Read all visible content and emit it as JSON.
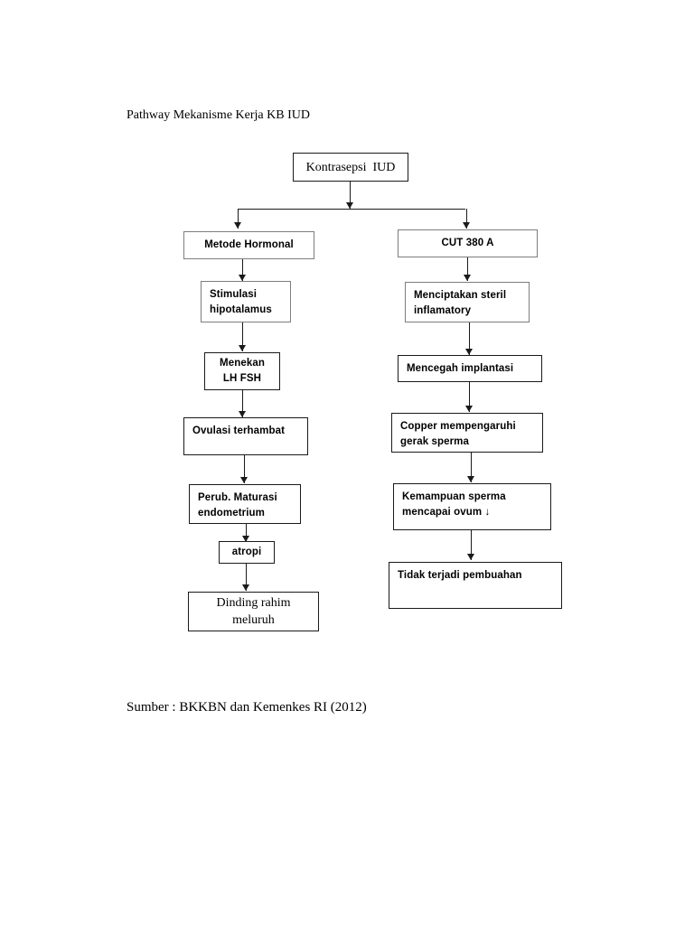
{
  "document": {
    "title": "Pathway Mekanisme Kerja KB IUD",
    "source_note": "Sumber : BKKBN dan Kemenkes RI (2012)",
    "page_background": "#ffffff",
    "ink_color": "#1a1a1a"
  },
  "chart_data": {
    "type": "diagram",
    "title": "Pathway Mekanisme Kerja KB IUD",
    "nodes": [
      {
        "id": "root",
        "label": "Kontrasepsi  IUD"
      },
      {
        "id": "hormonal",
        "label": "Metode Hormonal"
      },
      {
        "id": "cut380a",
        "label": "CUT 380 A"
      },
      {
        "id": "stimulasi",
        "label": "Stimulasi\nhipotalamus"
      },
      {
        "id": "menekan",
        "label": "Menekan\nLH FSH"
      },
      {
        "id": "ovulasi",
        "label": "Ovulasi terhambat"
      },
      {
        "id": "perub",
        "label": "Perub. Maturasi\nendometrium"
      },
      {
        "id": "atropi",
        "label": "atropi"
      },
      {
        "id": "dinding",
        "label": "Dinding rahim\nmeluruh"
      },
      {
        "id": "steril",
        "label": "Menciptakan steril\ninflamatory"
      },
      {
        "id": "mencegah",
        "label": "Mencegah implantasi"
      },
      {
        "id": "copper",
        "label": "Copper mempengaruhi\ngerak sperma"
      },
      {
        "id": "kemampuan",
        "label": "Kemampuan sperma\nmencapai ovum ↓"
      },
      {
        "id": "pembuahan",
        "label": "Tidak terjadi pembuahan"
      }
    ],
    "edges": [
      {
        "from": "root",
        "to": "hormonal"
      },
      {
        "from": "root",
        "to": "cut380a"
      },
      {
        "from": "hormonal",
        "to": "stimulasi"
      },
      {
        "from": "stimulasi",
        "to": "menekan"
      },
      {
        "from": "menekan",
        "to": "ovulasi"
      },
      {
        "from": "ovulasi",
        "to": "perub"
      },
      {
        "from": "perub",
        "to": "atropi"
      },
      {
        "from": "atropi",
        "to": "dinding"
      },
      {
        "from": "cut380a",
        "to": "steril"
      },
      {
        "from": "steril",
        "to": "mencegah"
      },
      {
        "from": "mencegah",
        "to": "copper"
      },
      {
        "from": "copper",
        "to": "kemampuan"
      },
      {
        "from": "kemampuan",
        "to": "pembuahan"
      }
    ],
    "branches": [
      "Metode Hormonal",
      "CUT 380 A"
    ]
  }
}
